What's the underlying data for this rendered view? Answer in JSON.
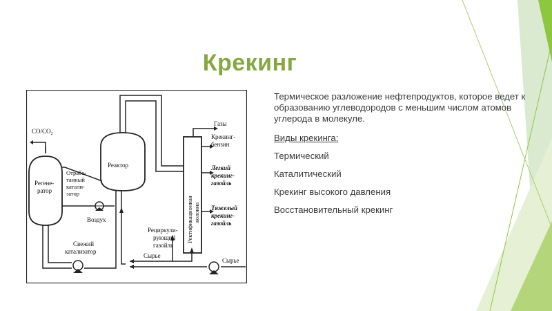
{
  "slide": {
    "title": "Крекинг",
    "definition": "Термическое разложение нефтепродуктов, которое ведет к образованию углеводородов с меньшим числом атомов углерода в молекуле.",
    "types_heading": "Виды крекинга:",
    "types": [
      "Термический",
      "Каталитический",
      "Крекинг высокого давления",
      "Восстановительный крекинг"
    ]
  },
  "diagram": {
    "co_co2": "CO/CO",
    "co_co2_sub": "2",
    "regenerator": [
      "Регене-",
      "ратор"
    ],
    "spent_catalyst": [
      "Отрабо-",
      "танный",
      "катали-",
      "затор"
    ],
    "reactor": "Реактор",
    "air": "Воздух",
    "fresh_catalyst": [
      "Свежий",
      "катализатор"
    ],
    "column": [
      "Ректификационная",
      "колонна"
    ],
    "gases": "Газы",
    "cracked_gasoline": [
      "Крекинг-",
      "бензин"
    ],
    "light_gasoil": [
      "Легкий",
      "крекинг-",
      "газойль"
    ],
    "heavy_gasoil": [
      "Тяжелый",
      "крекинг-",
      "газойль"
    ],
    "recycle_gasoil": [
      "Рециркули-",
      "рующий",
      "газойль"
    ],
    "feed_mid": "Сырье",
    "feed_right": "Сырье"
  },
  "colors": {
    "title": "#86a842",
    "accent_green": "#8dc63f",
    "text": "#3a3a3a"
  }
}
